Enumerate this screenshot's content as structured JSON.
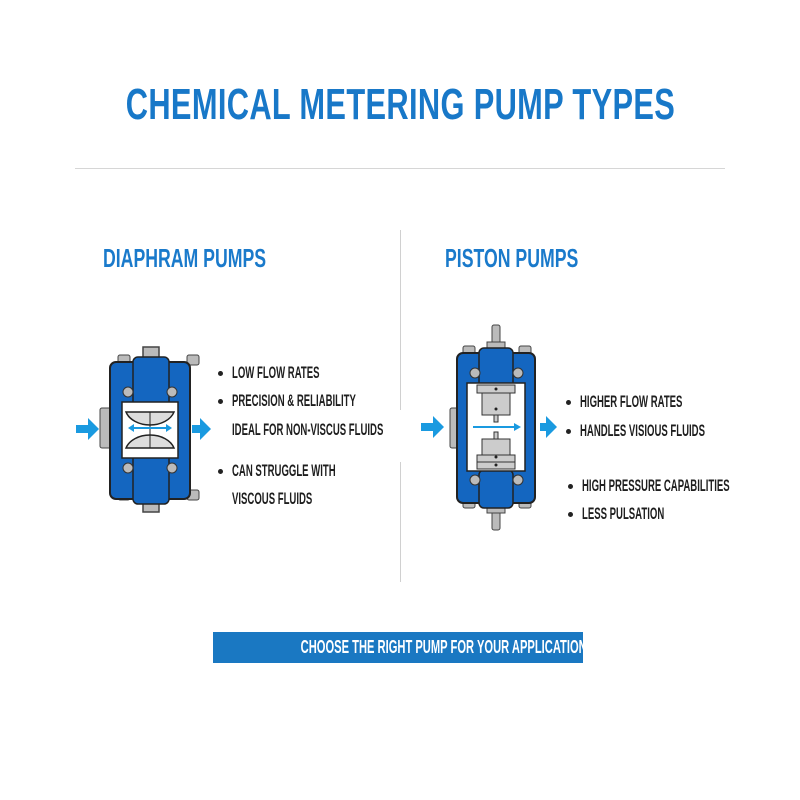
{
  "title": "CHEMICAL METERING PUMP TYPES",
  "diaphragm": {
    "heading": "DIAPHRAM PUMPS",
    "bullets": [
      "LOW FLOW RATES",
      "PRECISION & RELIABILITY",
      "IDEAL FOR NON-VISCUS FLUIDS",
      "CAN STRUGGLE WITH",
      "VISCOUS FLUIDS"
    ]
  },
  "piston": {
    "heading": "PISTON PUMPS",
    "bullets": [
      "HIGHER FLOW RATES",
      "HANDLES VISIOUS FLUIDS",
      "HIGH PRESSURE CAPABILITIES",
      "LESS PULSATION"
    ]
  },
  "banner": "CHOOSE THE RIGHT PUMP FOR YOUR APPLICATION",
  "colors": {
    "accent": "#1878c8",
    "pump_body": "#1466c0",
    "arrow": "#1a9ae0",
    "banner": "#1a78c2"
  }
}
